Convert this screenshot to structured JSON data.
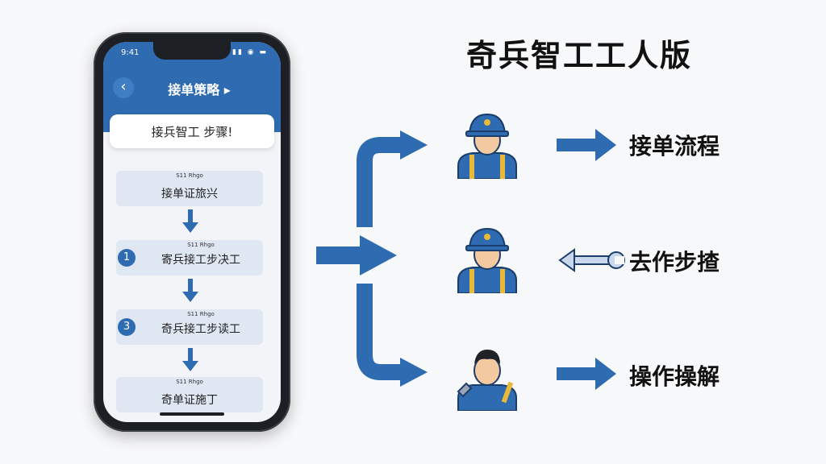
{
  "phone": {
    "status_time": "9:41",
    "status_icons": "▮▮ ◉ ▬",
    "header_title": "接单策略 ▸",
    "task_title": "接兵智工 步骤!",
    "steps": [
      {
        "small": "S11 Rhgo",
        "main": "接单证旅兴",
        "number": ""
      },
      {
        "small": "S11 Rhgo",
        "main": "寄兵接工步决工",
        "number": "1"
      },
      {
        "small": "S11 Rhgo",
        "main": "奇兵接工步读工",
        "number": "3"
      },
      {
        "small": "S11 Rhgo",
        "main": "奇单证施丁",
        "number": ""
      }
    ]
  },
  "title": "奇兵智工工人版",
  "workers": [
    {
      "icon": "worker-helmet-icon",
      "label": "接单流程"
    },
    {
      "icon": "worker-helmet-icon",
      "label": "去作步揸"
    },
    {
      "icon": "worker-tool-icon",
      "label": "操作操解"
    }
  ],
  "colors": {
    "accent": "#2e6bb0",
    "accent_light": "#dfe7f3",
    "background": "#f7f8fa"
  }
}
